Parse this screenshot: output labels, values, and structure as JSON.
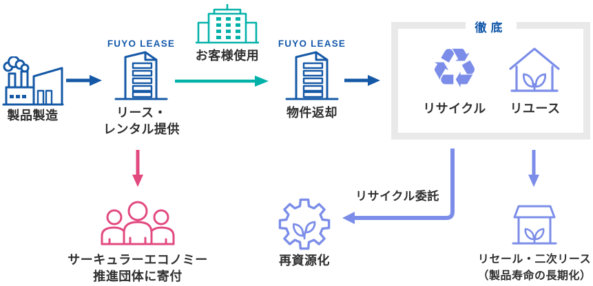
{
  "palette": {
    "dark_blue": "#1458a6",
    "logo_blue": "#1358ab",
    "teal": "#04b1a9",
    "periwinkle": "#7b8de8",
    "pink": "#e2497f",
    "box_border": "#e9e9e9",
    "title_blue": "#0f56a8",
    "text": "#2e2e2e"
  },
  "icons": {
    "factory": "factory with smoke stacks (blue outline)",
    "office_building": "high-rise tower (blue outline)",
    "customer_building": "office tower with antenna (teal outline)",
    "recycle": "recycling arrows glyph",
    "reuse_house": "house with plant leaves (periwinkle outline)",
    "people_group": "three people (pink outline)",
    "gear_leaf": "gear with plant leaves (periwinkle outline)",
    "store_leaf": "shop with plant leaves (periwinkle outline)"
  },
  "flow": {
    "manufacture": {
      "label": "製品製造"
    },
    "lease": {
      "logo": "FUYO LEASE",
      "line1": "リース・",
      "line2": "レンタル提供"
    },
    "customer_use": {
      "label": "お客様使用"
    },
    "property_return": {
      "logo": "FUYO LEASE",
      "label": "物件返却"
    },
    "thorough_box": {
      "title": "徹底",
      "recycle_glyph": "♻",
      "recycle_label": "リサイクル",
      "reuse_label": "リユース"
    },
    "donation": {
      "line1": "サーキュラーエコノミー",
      "line2": "推進団体に寄付"
    },
    "recommission": {
      "arrow_label": "リサイクル委託",
      "label": "再資源化"
    },
    "resale": {
      "line1": "リセール・二次リース",
      "line2": "（製品寿命の長期化）"
    }
  }
}
